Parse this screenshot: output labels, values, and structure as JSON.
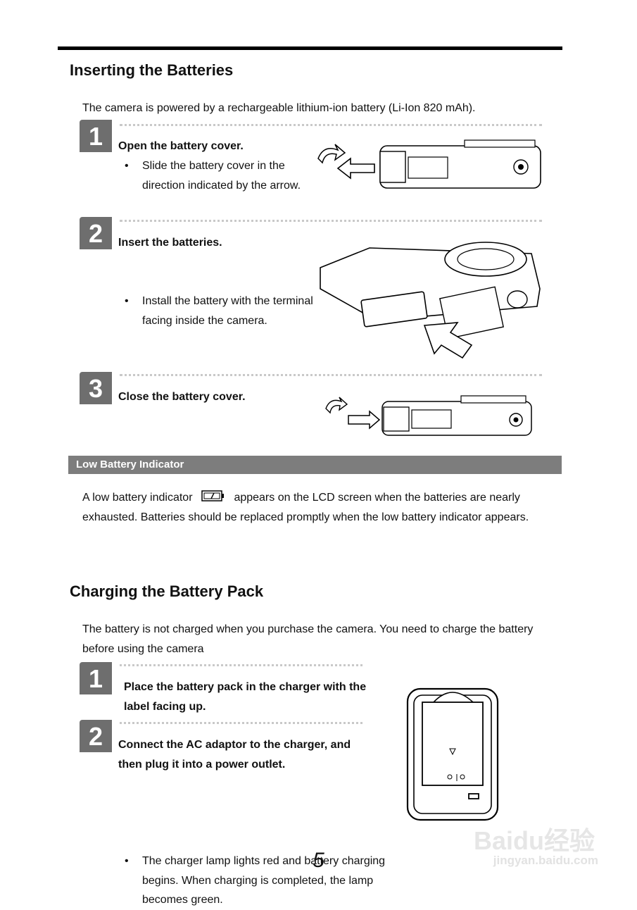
{
  "section1": {
    "title": "Inserting the Batteries",
    "intro": "The camera is powered by a rechargeable lithium-ion battery (Li-Ion 820 mAh).",
    "steps": [
      {
        "number": "1",
        "heading": "Open the battery cover.",
        "bullets": [
          "Slide the battery cover in the direction indicated by the arrow."
        ]
      },
      {
        "number": "2",
        "heading": "Insert the batteries.",
        "bullets": [
          "Install the battery with the terminal facing inside the camera."
        ]
      },
      {
        "number": "3",
        "heading": "Close the battery cover.",
        "bullets": []
      }
    ]
  },
  "low_battery": {
    "heading": "Low Battery Indicator",
    "text_before_icon": "A low battery indicator",
    "text_after_icon": "appears on the LCD screen when the batteries are nearly",
    "text_rest": "exhausted. Batteries should be replaced promptly when the low battery indicator appears.",
    "icon": "low-battery-icon"
  },
  "section2": {
    "title": "Charging the Battery Pack",
    "intro": "The battery is not charged when you purchase the camera. You need to charge the battery before using the camera",
    "steps": [
      {
        "number": "1",
        "heading": "Place the battery pack in the charger with the label facing up.",
        "bullets": []
      },
      {
        "number": "2",
        "heading": "Connect the AC adaptor to the charger, and then plug it into a power outlet.",
        "bullets": [
          "The charger lamp lights red and battery charging begins. When charging is completed, the lamp becomes green."
        ]
      }
    ]
  },
  "page_number": "5",
  "watermark": {
    "line1": "Baidu经验",
    "line2": "jingyan.baidu.com"
  }
}
